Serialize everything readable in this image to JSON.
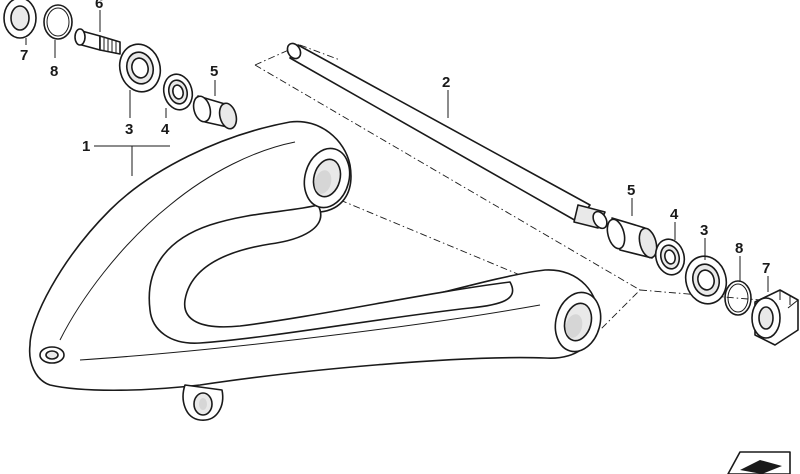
{
  "callouts": {
    "swingarm": "1",
    "axle": "2",
    "bearing_left": "3",
    "bearing_right": "3",
    "needle_bearing_left": "4",
    "needle_bearing_right": "4",
    "spacer_left": "5",
    "spacer_right": "5",
    "bolt_top": "6",
    "cap_left": "7",
    "cap_right": "7",
    "ring_left": "8",
    "ring_right": "8"
  },
  "colors": {
    "line": "#1a1a1a",
    "fill": "#ffffff",
    "shade": "#d6d6d6"
  }
}
